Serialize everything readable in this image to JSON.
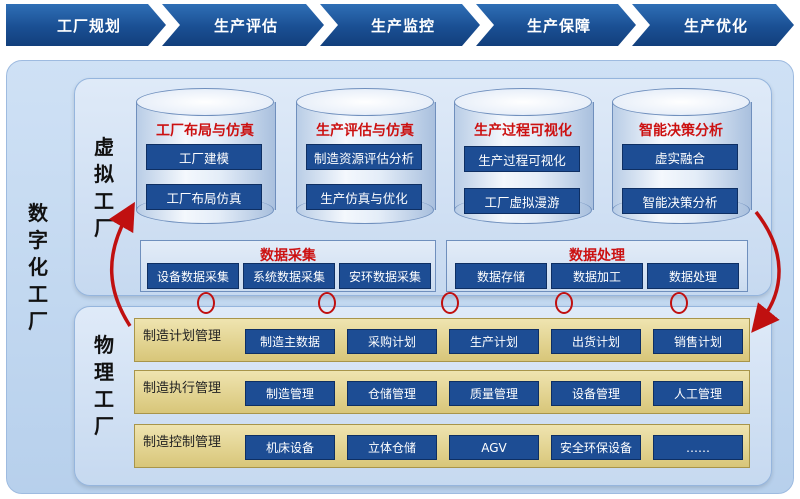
{
  "steps": [
    "工厂规划",
    "生产评估",
    "生产监控",
    "生产保障",
    "生产优化"
  ],
  "outer_label": [
    "数",
    "字",
    "化",
    "工",
    "厂"
  ],
  "virtual_label": [
    "虚",
    "拟",
    "工",
    "厂"
  ],
  "physical_label": [
    "物",
    "理",
    "工",
    "厂"
  ],
  "cylinders": [
    {
      "title": "工厂布局与仿真",
      "items": [
        "工厂建模",
        "工厂布局仿真"
      ]
    },
    {
      "title": "生产评估与仿真",
      "items": [
        "制造资源评估分析",
        "生产仿真与优化"
      ]
    },
    {
      "title": "生产过程可视化",
      "items": [
        "生产过程可视化",
        "工厂虚拟漫游"
      ]
    },
    {
      "title": "智能决策分析",
      "items": [
        "虚实融合",
        "智能决策分析"
      ]
    }
  ],
  "data_collect": {
    "title": "数据采集",
    "items": [
      "设备数据采集",
      "系统数据采集",
      "安环数据采集"
    ]
  },
  "data_process": {
    "title": "数据处理",
    "items": [
      "数据存储",
      "数据加工",
      "数据处理"
    ]
  },
  "rows": [
    {
      "title": "制造计划管理",
      "items": [
        "制造主数据",
        "采购计划",
        "生产计划",
        "出货计划",
        "销售计划"
      ]
    },
    {
      "title": "制造执行管理",
      "items": [
        "制造管理",
        "仓储管理",
        "质量管理",
        "设备管理",
        "人工管理"
      ]
    },
    {
      "title": "制造控制管理",
      "items": [
        "机床设备",
        "立体仓储",
        "AGV",
        "安全环保设备",
        "……"
      ]
    }
  ],
  "colors": {
    "chevron": "#1a4f93",
    "button": "#1d4d94",
    "title_red": "#cc1111",
    "gold": "#d8c679",
    "ring": "#c01010"
  }
}
